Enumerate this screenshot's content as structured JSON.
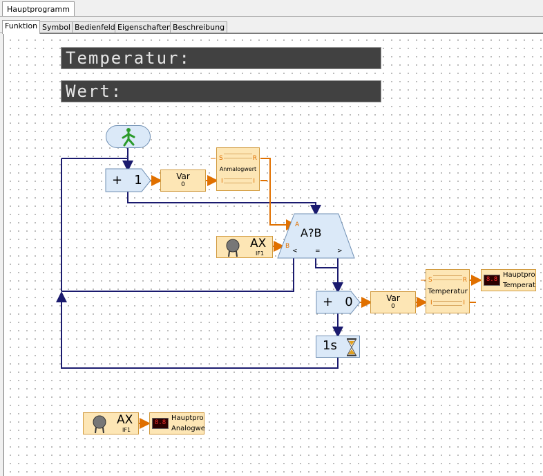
{
  "window": {
    "main_tab": "Hauptprogramm"
  },
  "tabs": [
    "Funktion",
    "Symbol",
    "Bedienfeld",
    "Eigenschaften",
    "Beschreibung"
  ],
  "colors": {
    "wire_blue": "#1a1a6e",
    "wire_orange": "#e07000",
    "block_fill": "#fde6b5",
    "block_blue": "#dbe9f8",
    "grid_dot": "#9a9a9a"
  },
  "displays": {
    "temperatur": "Temperatur:",
    "wert": "Wert:"
  },
  "program": {
    "start_icon": "green-walking-man-icon",
    "plus1": {
      "op": "+",
      "value": "1"
    },
    "var1": {
      "label": "Var",
      "value": "0"
    },
    "flipflop1": {
      "s": "S",
      "r": "R",
      "label": "Anmalogwert",
      "l1": "I",
      "l2": "I"
    },
    "compare": {
      "label": "A?B",
      "a": "A",
      "b": "B",
      "lt": "<",
      "eq": "=",
      "gt": ">"
    },
    "input1": {
      "label": "AX",
      "sub": "IF1",
      "icon": "sensor-icon"
    },
    "plus0": {
      "op": "+",
      "value": "0"
    },
    "var2": {
      "label": "Var",
      "value": "0"
    },
    "flipflop2": {
      "s": "S",
      "r": "R",
      "label": "Temperatur",
      "l1": "I",
      "l2": "I"
    },
    "output1": {
      "title": "Hauptpro",
      "sub": "Temperat",
      "led": "8.8"
    },
    "wait": {
      "label": "1s",
      "icon": "hourglass-icon"
    },
    "input2": {
      "label": "AX",
      "sub": "IF1",
      "icon": "sensor-icon"
    },
    "output2": {
      "title": "Hauptpro",
      "sub": "Analogwe",
      "led": "8.8"
    }
  }
}
